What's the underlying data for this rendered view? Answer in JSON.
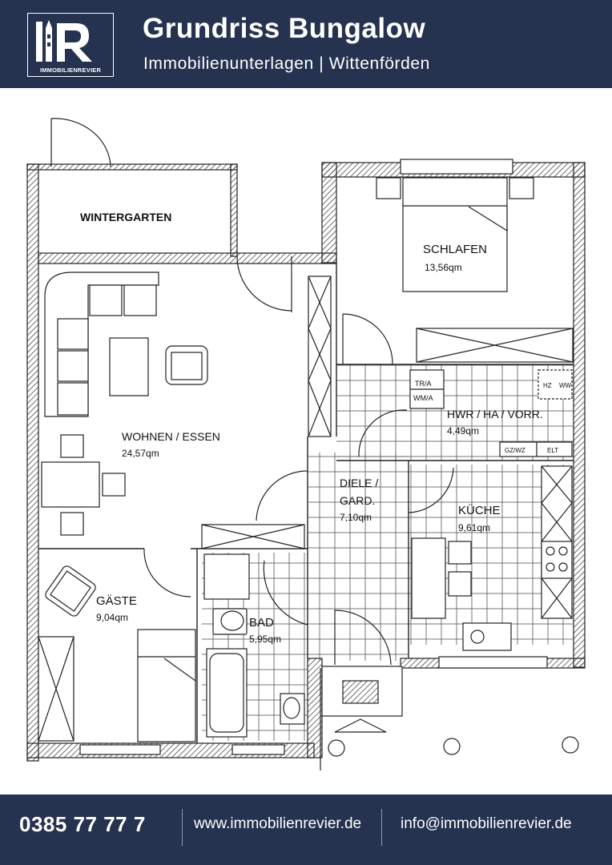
{
  "header": {
    "logo_letters": "IIR",
    "logo_subtext": "IMMOBILIENREVIER",
    "title": "Grundriss Bungalow",
    "subtitle": "Immobilienunterlagen | Wittenförden",
    "background": "#253350"
  },
  "floorplan": {
    "rooms": [
      {
        "name": "WINTERGARTEN",
        "area": ""
      },
      {
        "name": "WOHNEN / ESSEN",
        "area": "24,57qm"
      },
      {
        "name": "SCHLAFEN",
        "area": "13,56qm"
      },
      {
        "name": "HWR / HA / VORR.",
        "area": "4,49qm"
      },
      {
        "name": "DIELE /",
        "name2": "GARD.",
        "area": "7,10qm"
      },
      {
        "name": "KÜCHE",
        "area": "9,61qm"
      },
      {
        "name": "GÄSTE",
        "area": "9,04qm"
      },
      {
        "name": "BAD",
        "area": "5,95qm"
      }
    ],
    "labels": {
      "tr_a": "TR/A",
      "wm_a": "WM/A",
      "hz": "HZ",
      "ww": "WW",
      "gz_wz": "GZ/WZ",
      "elt": "ELT"
    }
  },
  "footer": {
    "phone": "0385 77 77 7",
    "website": "www.immobilienrevier.de",
    "email": "info@immobilienrevier.de",
    "background": "#253350"
  }
}
